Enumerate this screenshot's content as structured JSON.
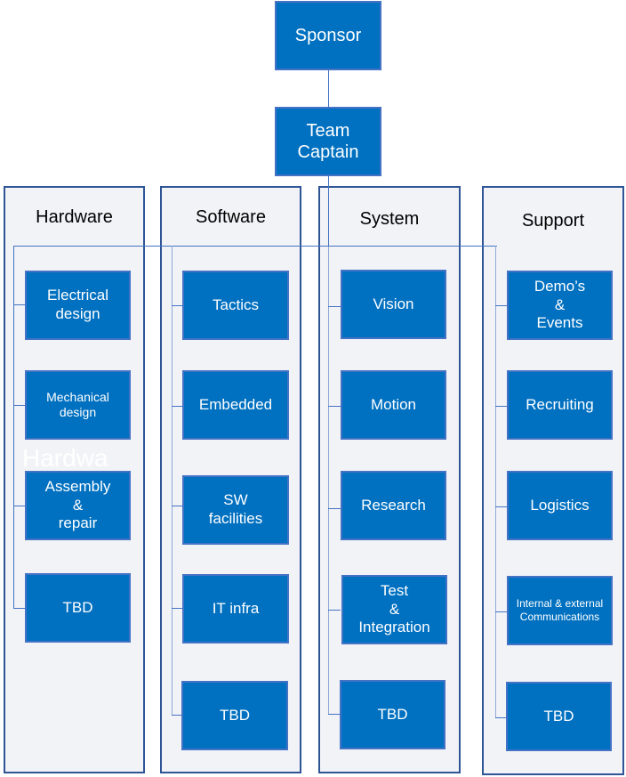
{
  "top": {
    "sponsor": "Sponsor",
    "captain": "Team\nCaptain"
  },
  "columns": [
    {
      "title": "Hardware",
      "items": [
        "Electrical\ndesign",
        "Mechanical\ndesign",
        "Assembly\n&\nrepair",
        "TBD"
      ]
    },
    {
      "title": "Software",
      "items": [
        "Tactics",
        "Embedded",
        "SW\nfacilities",
        "IT infra",
        "TBD"
      ]
    },
    {
      "title": "System",
      "items": [
        "Vision",
        "Motion",
        "Research",
        "Test\n&\nIntegration",
        "TBD"
      ]
    },
    {
      "title": "Support",
      "items": [
        "Demo’s\n&\nEvents",
        "Recruiting",
        "Logistics",
        "Internal & external\nCommunications",
        "TBD"
      ]
    }
  ],
  "ghost_text": "Hardwa",
  "colors": {
    "node_fill": "#0070c0",
    "node_border": "#4472c4",
    "column_fill": "#f2f3f7",
    "column_border": "#2f5597",
    "connector": "#4472c4"
  }
}
